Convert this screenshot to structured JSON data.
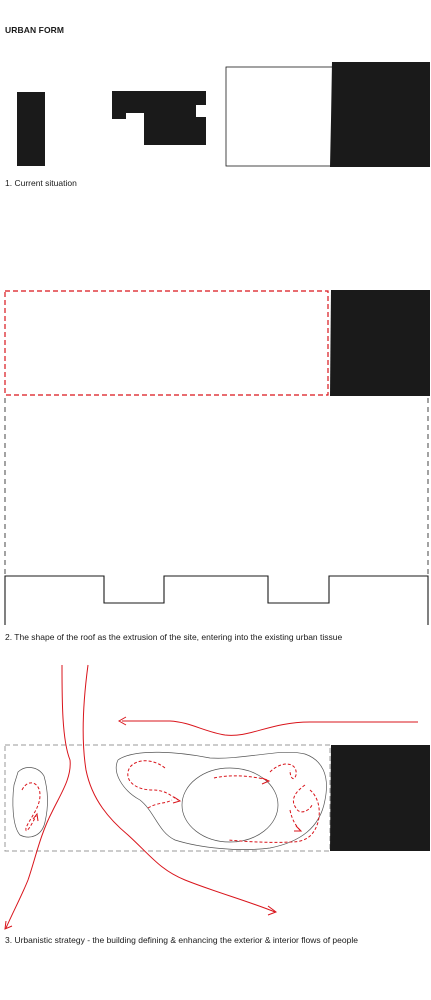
{
  "page": {
    "title": "URBAN FORM",
    "colors": {
      "ink": "#1a1a1a",
      "accent": "#d9141b",
      "guide": "#9a9a9a"
    }
  },
  "panels": [
    {
      "caption": "1. Current situation"
    },
    {
      "caption": "2. The shape of the roof as the extrusion of the site, entering into the existing urban tissue"
    },
    {
      "caption": "3. Urbanistic strategy - the building defining & enhancing the exterior & interior flows of people"
    }
  ]
}
